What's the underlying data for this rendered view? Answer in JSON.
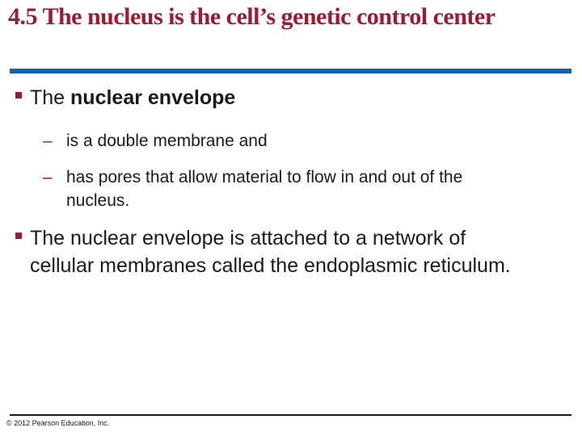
{
  "slide": {
    "title": "4.5 The nucleus is the cell’s genetic control center",
    "dash_marker": "–",
    "bullets": [
      {
        "lead": "The ",
        "bold": "nuclear envelope",
        "subs": [
          "is a double membrane and",
          "has pores that allow material to flow in and out of the nucleus."
        ]
      },
      {
        "text": "The nuclear envelope is attached to a network of cellular membranes called the endoplasmic reticulum."
      }
    ],
    "footer": "© 2012 Pearson Education, Inc.",
    "colors": {
      "accent_red": "#9c1b33",
      "divider_blue": "#1263a8",
      "footer_line": "#1a1a1a",
      "body_text": "#1a1a1a"
    }
  }
}
